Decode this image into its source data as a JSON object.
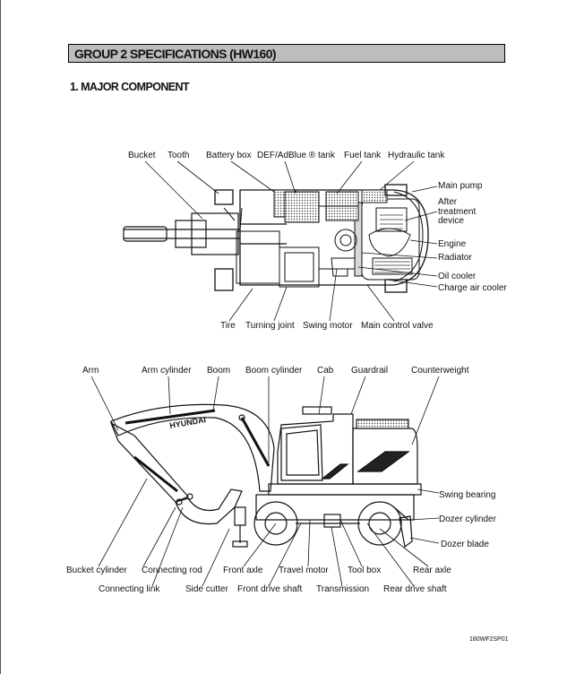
{
  "header": {
    "group_title": "GROUP  2  SPECIFICATIONS (HW160)",
    "section_title": "1. MAJOR COMPONENT"
  },
  "top_view": {
    "labels": {
      "bucket": "Bucket",
      "tooth": "Tooth",
      "battery_box": "Battery box",
      "def_tank": "DEF/AdBlue ® tank",
      "fuel_tank": "Fuel tank",
      "hydraulic_tank": "Hydraulic tank",
      "main_pump": "Main pump",
      "after_treatment_1": "After",
      "after_treatment_2": "treatment",
      "after_treatment_3": "device",
      "engine": "Engine",
      "radiator": "Radiator",
      "oil_cooler": "Oil cooler",
      "charge_air_cooler": "Charge air cooler",
      "tire": "Tire",
      "turning_joint": "Turning joint",
      "swing_motor": "Swing motor",
      "main_control_valve": "Main control valve"
    }
  },
  "side_view": {
    "brand_text": "HYUNDAI",
    "labels": {
      "arm": "Arm",
      "arm_cylinder": "Arm cylinder",
      "boom": "Boom",
      "boom_cylinder": "Boom cylinder",
      "cab": "Cab",
      "guardrail": "Guardrail",
      "counterweight": "Counterweight",
      "swing_bearing": "Swing bearing",
      "dozer_cylinder": "Dozer cylinder",
      "dozer_blade": "Dozer blade",
      "bucket_cylinder": "Bucket cylinder",
      "connecting_rod": "Connecting rod",
      "front_axle": "Front axle",
      "travel_motor": "Travel motor",
      "tool_box": "Tool box",
      "rear_axle": "Rear axle",
      "connecting_link": "Connecting link",
      "side_cutter": "Side cutter",
      "front_drive_shaft": "Front drive shaft",
      "transmission": "Transmission",
      "rear_drive_shaft": "Rear drive shaft"
    }
  },
  "footer": {
    "page_code": "180WF2SP01"
  }
}
